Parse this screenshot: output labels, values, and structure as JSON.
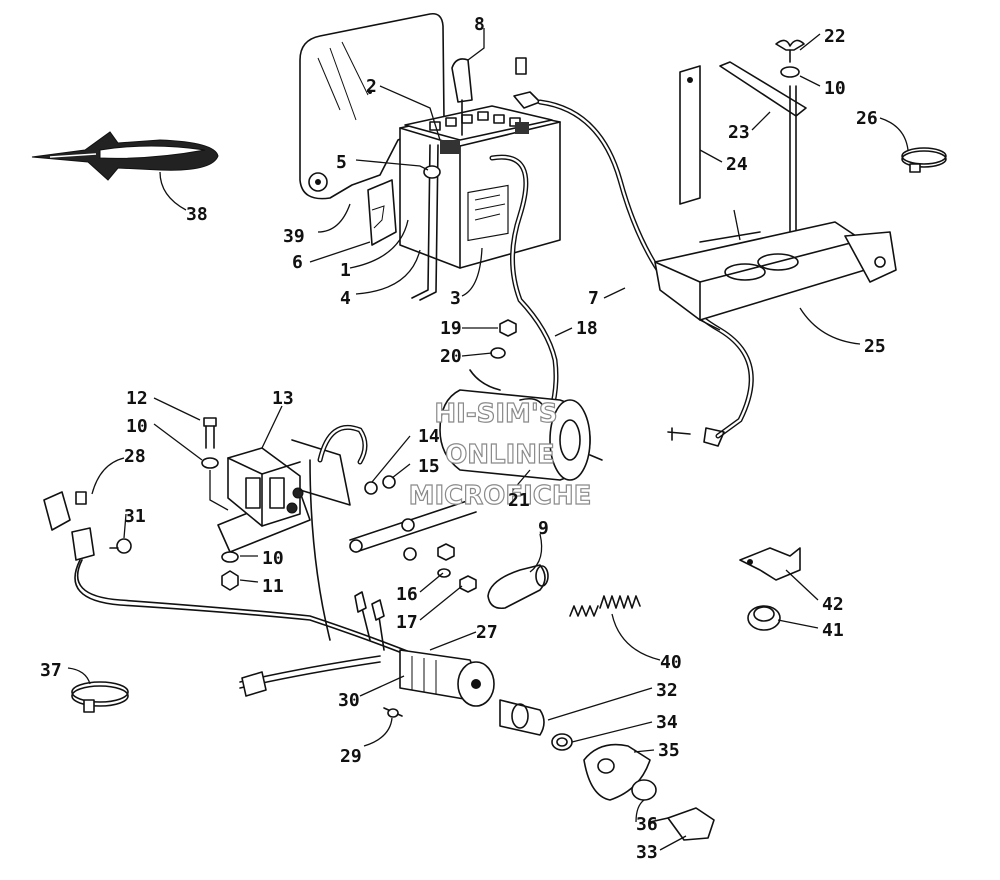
{
  "diagram": {
    "callouts": [
      {
        "id": "c1",
        "text": "1"
      },
      {
        "id": "c2",
        "text": "2"
      },
      {
        "id": "c3",
        "text": "3"
      },
      {
        "id": "c4",
        "text": "4"
      },
      {
        "id": "c5",
        "text": "5"
      },
      {
        "id": "c6",
        "text": "6"
      },
      {
        "id": "c7",
        "text": "7"
      },
      {
        "id": "c8",
        "text": "8"
      },
      {
        "id": "c9",
        "text": "9"
      },
      {
        "id": "c10a",
        "text": "10"
      },
      {
        "id": "c10b",
        "text": "10"
      },
      {
        "id": "c10c",
        "text": "10"
      },
      {
        "id": "c11",
        "text": "11"
      },
      {
        "id": "c12",
        "text": "12"
      },
      {
        "id": "c13",
        "text": "13"
      },
      {
        "id": "c14",
        "text": "14"
      },
      {
        "id": "c15",
        "text": "15"
      },
      {
        "id": "c16",
        "text": "16"
      },
      {
        "id": "c17",
        "text": "17"
      },
      {
        "id": "c18",
        "text": "18"
      },
      {
        "id": "c19",
        "text": "19"
      },
      {
        "id": "c20",
        "text": "20"
      },
      {
        "id": "c21",
        "text": "21"
      },
      {
        "id": "c22",
        "text": "22"
      },
      {
        "id": "c23",
        "text": "23"
      },
      {
        "id": "c24",
        "text": "24"
      },
      {
        "id": "c25",
        "text": "25"
      },
      {
        "id": "c26",
        "text": "26"
      },
      {
        "id": "c27",
        "text": "27"
      },
      {
        "id": "c28",
        "text": "28"
      },
      {
        "id": "c29",
        "text": "29"
      },
      {
        "id": "c30",
        "text": "30"
      },
      {
        "id": "c31",
        "text": "31"
      },
      {
        "id": "c32",
        "text": "32"
      },
      {
        "id": "c33",
        "text": "33"
      },
      {
        "id": "c34",
        "text": "34"
      },
      {
        "id": "c35",
        "text": "35"
      },
      {
        "id": "c36",
        "text": "36"
      },
      {
        "id": "c37",
        "text": "37"
      },
      {
        "id": "c38",
        "text": "38"
      },
      {
        "id": "c39",
        "text": "39"
      },
      {
        "id": "c40",
        "text": "40"
      },
      {
        "id": "c41",
        "text": "41"
      },
      {
        "id": "c42",
        "text": "42"
      }
    ],
    "watermark": [
      "HI-SIM'S",
      "ONLINE",
      "MICROFICHE"
    ]
  }
}
